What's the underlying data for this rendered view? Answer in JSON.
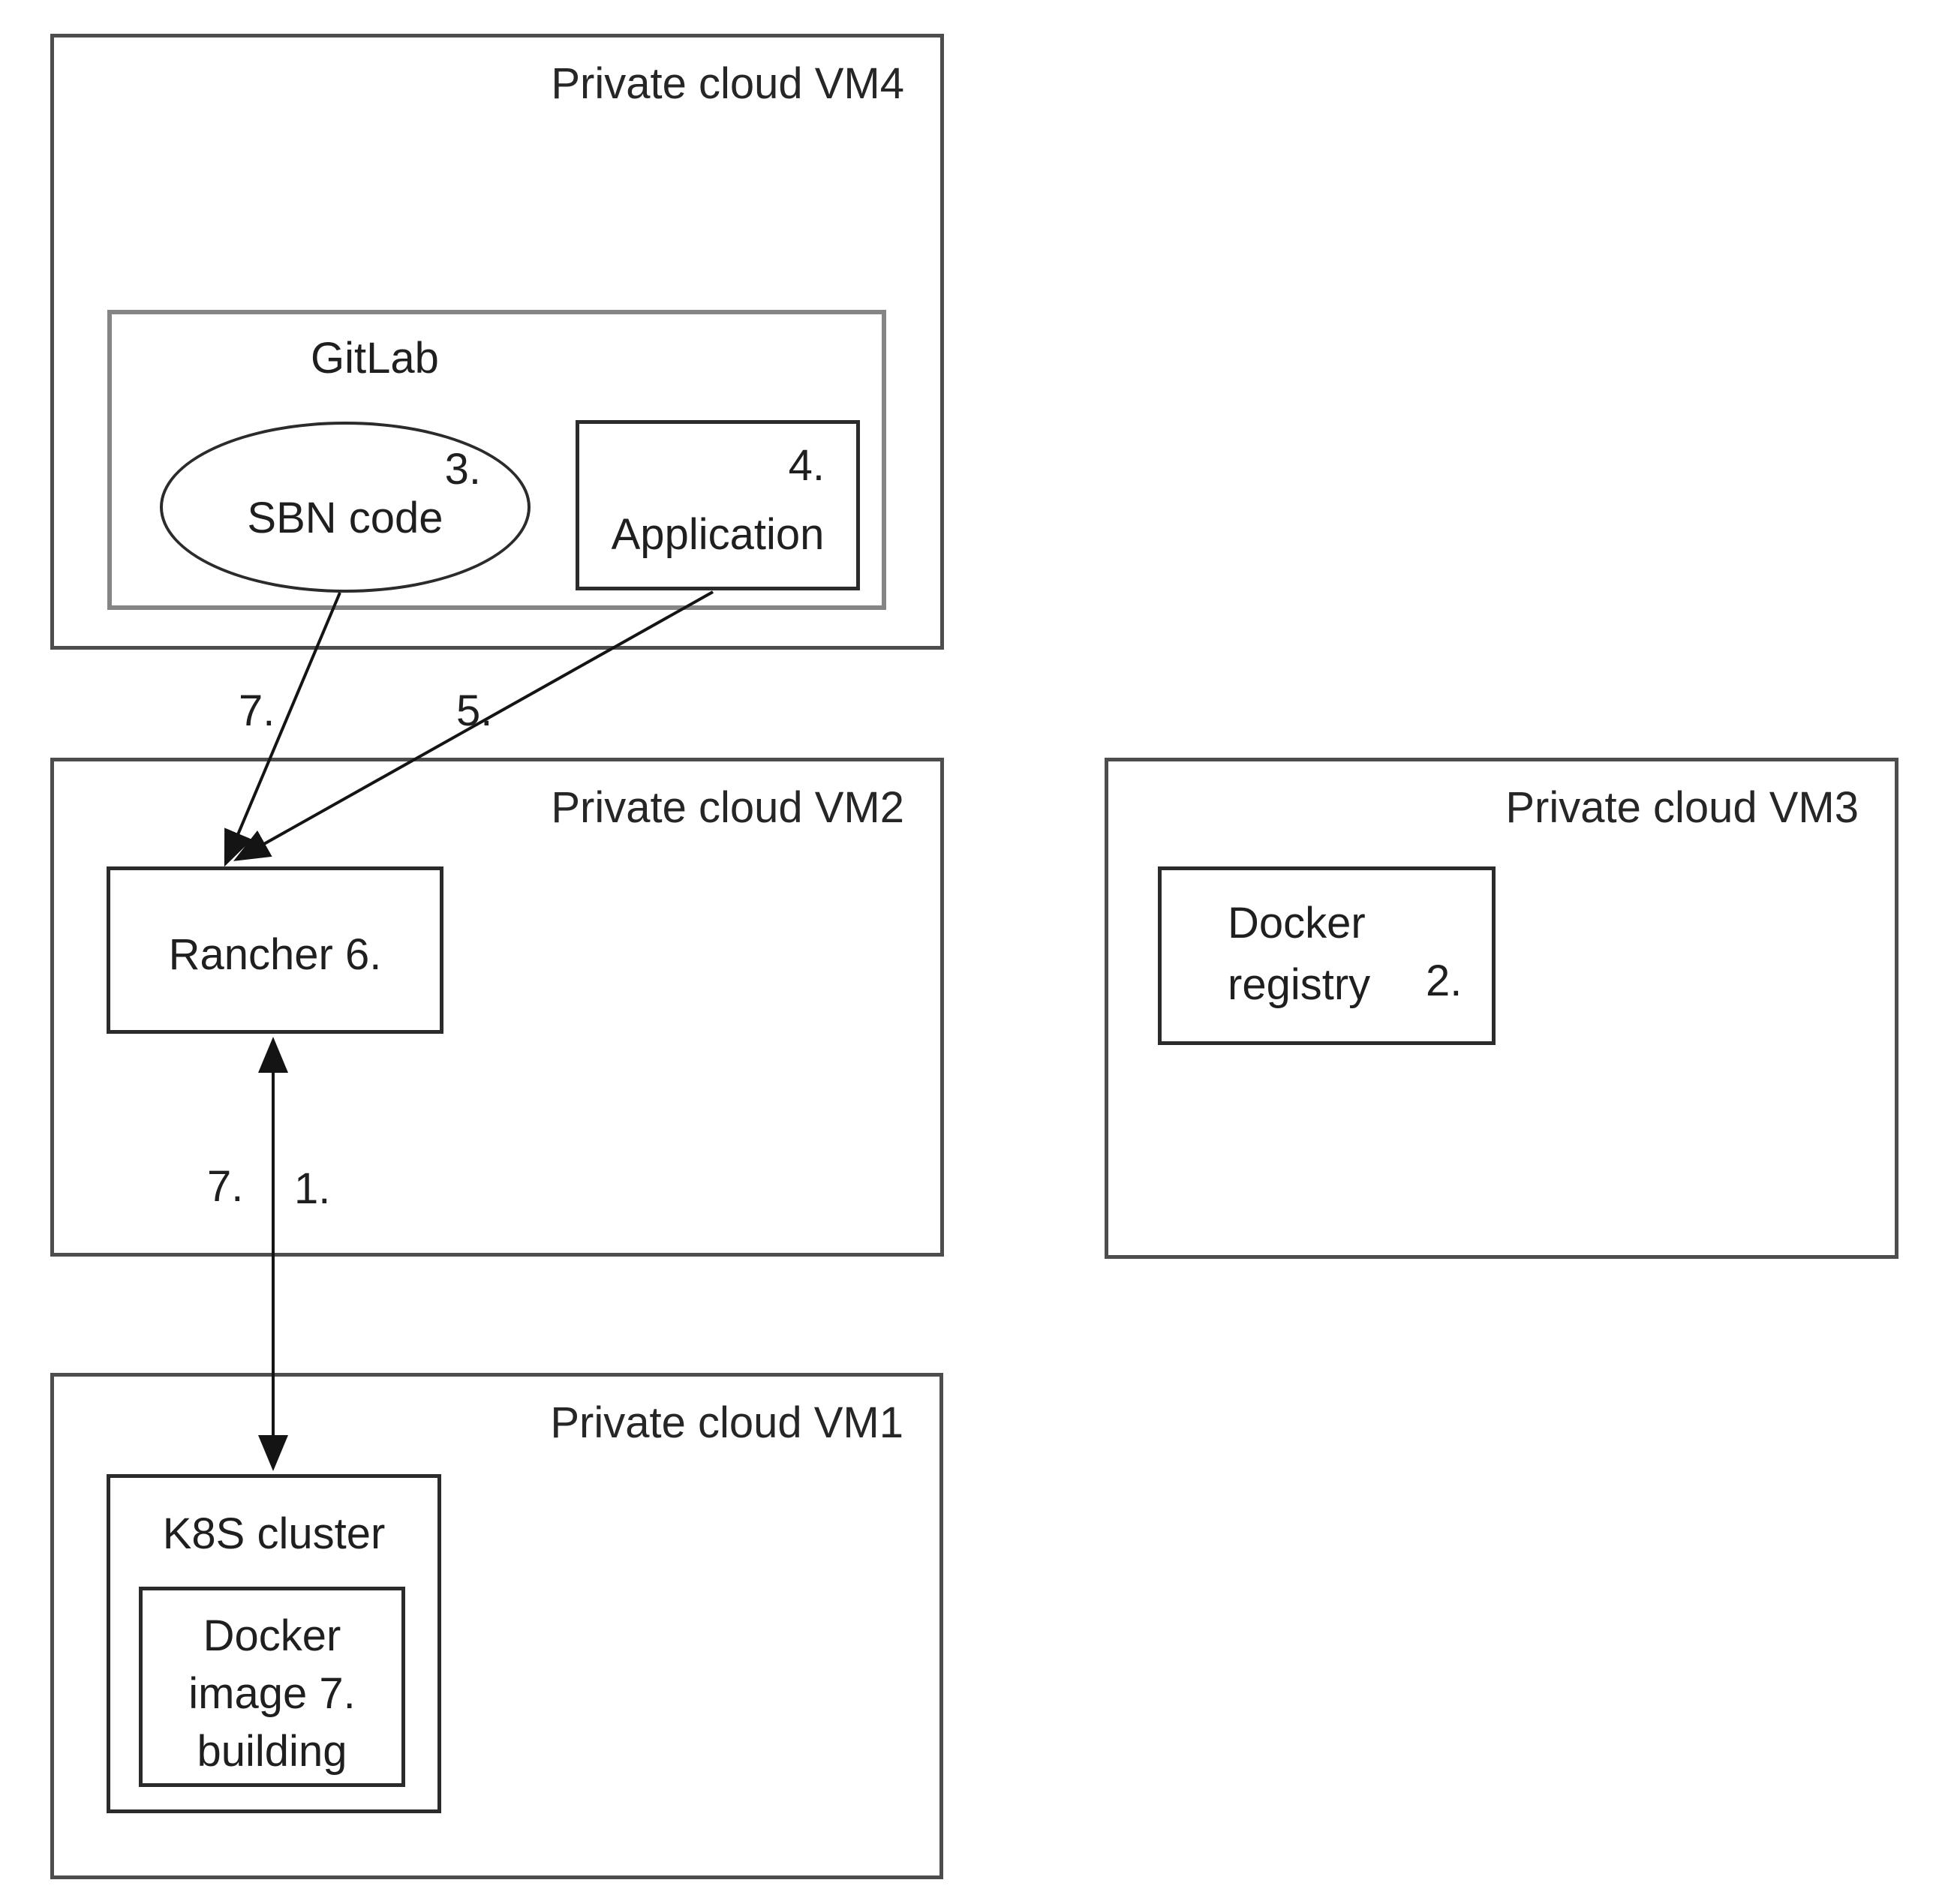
{
  "canvas": {
    "background": "#ffffff",
    "line_color": "#1a1a1a",
    "text_color": "#1f1f1f"
  },
  "vm4": {
    "title": "Private cloud VM4"
  },
  "gitlab": {
    "title": "GitLab"
  },
  "sbn_code": {
    "step": "3.",
    "label": "SBN code"
  },
  "application": {
    "step": "4.",
    "label": "Application"
  },
  "vm2": {
    "title": "Private cloud VM2"
  },
  "rancher": {
    "label": "Rancher 6."
  },
  "vm3": {
    "title": "Private cloud VM3"
  },
  "docker_registry": {
    "line1": "Docker",
    "line2": "registry",
    "step": "2."
  },
  "vm1": {
    "title": "Private cloud VM1"
  },
  "k8s_cluster": {
    "title": "K8S cluster"
  },
  "docker_image_building": {
    "lines": [
      "Docker",
      "image 7.",
      "building"
    ]
  },
  "arrows": {
    "sbn_to_rancher": {
      "label": "7.",
      "from": "SBN code",
      "to": "Rancher",
      "direction": "one-way"
    },
    "application_to_rancher": {
      "label": "5.",
      "from": "Application",
      "to": "Rancher",
      "direction": "one-way"
    },
    "rancher_k8s": {
      "label_left": "7.",
      "label_right": "1.",
      "from": "Rancher",
      "to": "K8S cluster",
      "direction": "two-way"
    }
  }
}
